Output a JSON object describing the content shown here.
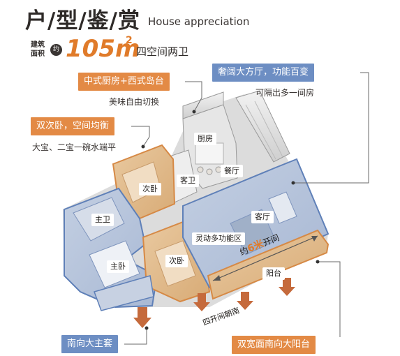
{
  "header": {
    "title": "户/型/鉴/赏",
    "subtitle": "House appreciation",
    "area_label_1": "建筑",
    "area_label_2": "面积",
    "about_badge": "约",
    "area_value": "105m",
    "area_sup": "2",
    "layout_desc": "四空间两卫"
  },
  "callouts": {
    "kitchen": {
      "title": "中式厨房+西式岛台",
      "note": "美味自由切换"
    },
    "living": {
      "title": "奢阔大方厅，功能百变",
      "note": "可隔出多一间房"
    },
    "bedrooms": {
      "title": "双次卧，空间均衡",
      "note": "大宝、二宝一碗水端平"
    },
    "master": {
      "title": "南向大主套"
    },
    "balcony": {
      "title": "双宽面南向大阳台"
    }
  },
  "rooms": {
    "kitchen": "厨房",
    "dining": "餐厅",
    "guest_bath": "客卫",
    "second_bed_top": "次卧",
    "master_bath": "主卫",
    "living": "客厅",
    "flex_area": "灵动多功能区",
    "second_bed_bottom": "次卧",
    "master_bed": "主卧",
    "balcony": "阳台"
  },
  "annotations": {
    "width_prefix": "约",
    "width_num": "6米",
    "width_suffix": "开间",
    "south_facing": "四开间朝南"
  },
  "colors": {
    "orange": "#e38a45",
    "blue": "#6d8ec3",
    "accent": "#e07b2a"
  }
}
